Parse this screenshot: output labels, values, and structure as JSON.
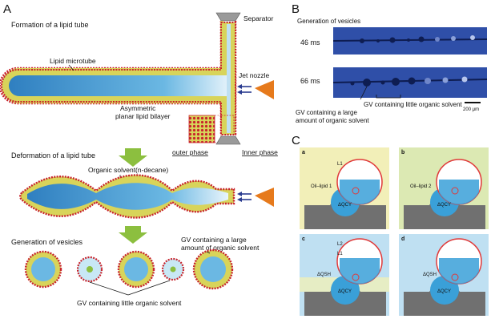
{
  "panel_a": {
    "letter": "A",
    "title_formation": "Formation of a lipid tube",
    "label_separator": "Separator",
    "label_microtube": "Lipid microtube",
    "label_jet": "Jet nozzle",
    "label_bilayer_1": "Asymmetric",
    "label_bilayer_2": "planar lipid bilayer",
    "label_outer": "outer phase",
    "label_inner": "Inner phase",
    "title_deformation": "Deformation of a lipid tube",
    "label_solvent": "Organic solvent(n-decane)",
    "title_generation": "Generation of vesicles",
    "label_gv_large_1": "GV containing a large",
    "label_gv_large_2": "amount of organic solvent",
    "label_gv_little": "GV containing little organic solvent"
  },
  "panel_b": {
    "letter": "B",
    "title": "Generation of vesicles",
    "time_1": "46 ms",
    "time_2": "66 ms",
    "label_gv_large_1": "GV containing a large",
    "label_gv_large_2": "amount of organic solvent",
    "label_gv_little": "GV containing little organic solvent",
    "scale": "200 μm"
  },
  "panel_c": {
    "letter": "C",
    "sub_a": "a",
    "sub_b": "b",
    "sub_c": "c",
    "sub_d": "d",
    "oil_lipid_1": "Oil–lipid 1",
    "oil_lipid_2": "Oil–lipid 2",
    "l1": "L1",
    "l2": "L2",
    "dq_cy": "ΔQCY",
    "dq_sh": "ΔQSH"
  },
  "colors": {
    "tube_outer": "#d8d45a",
    "tube_inner": "#4ba3d4",
    "head_red": "#c8232c",
    "arrow_green": "#8cbf3f",
    "nozzle": "#e67a1c",
    "panel_c_yellow": "#f2efb8",
    "panel_c_green": "#dce9b3",
    "panel_c_blue": "#bfe0f2"
  }
}
